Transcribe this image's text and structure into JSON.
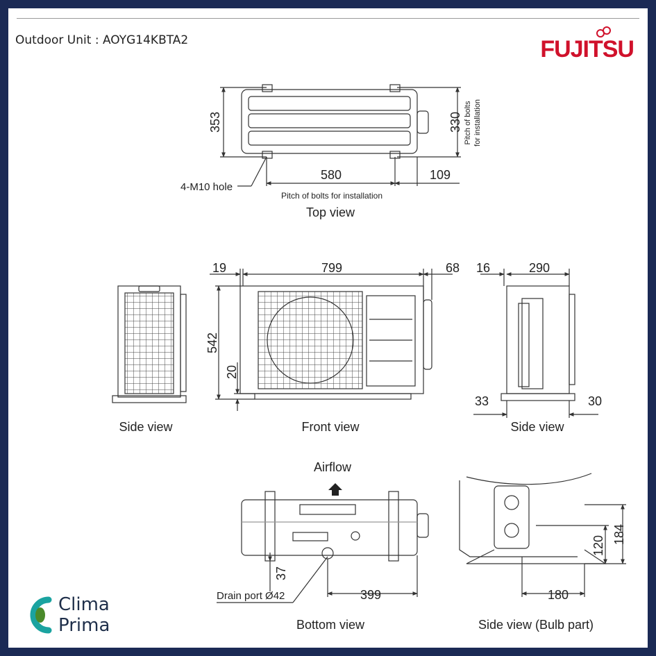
{
  "title": "Outdoor Unit : AOYG14KBTA2",
  "brand": "FUJITSU",
  "logo": {
    "line1": "Clima",
    "line2": "Prima",
    "icon": "c-leaf-logo-icon"
  },
  "colors": {
    "frame": "#1b2a55",
    "brand": "#d0112b",
    "logo_teal": "#1aa3a0",
    "logo_green": "#4a8a2a"
  },
  "views": {
    "top": "Top view",
    "side_left": "Side view",
    "front": "Front view",
    "side_right": "Side view",
    "bottom": "Bottom view",
    "side_bulb": "Side view (Bulb part)",
    "airflow": "Airflow"
  },
  "labels": {
    "hole": "4-M10 hole",
    "pitch_bottom": "Pitch of bolts for installation",
    "pitch_side_1": "Pitch of bolts",
    "pitch_side_2": "for installation",
    "drain": "Drain port Ø42"
  },
  "dims": {
    "d353": "353",
    "d330": "330",
    "d580": "580",
    "d109": "109",
    "d19": "19",
    "d799": "799",
    "d68": "68",
    "d542": "542",
    "d20": "20",
    "d16": "16",
    "d290": "290",
    "d33": "33",
    "d30": "30",
    "d37": "37",
    "d399": "399",
    "d120": "120",
    "d184": "184",
    "d180": "180"
  }
}
